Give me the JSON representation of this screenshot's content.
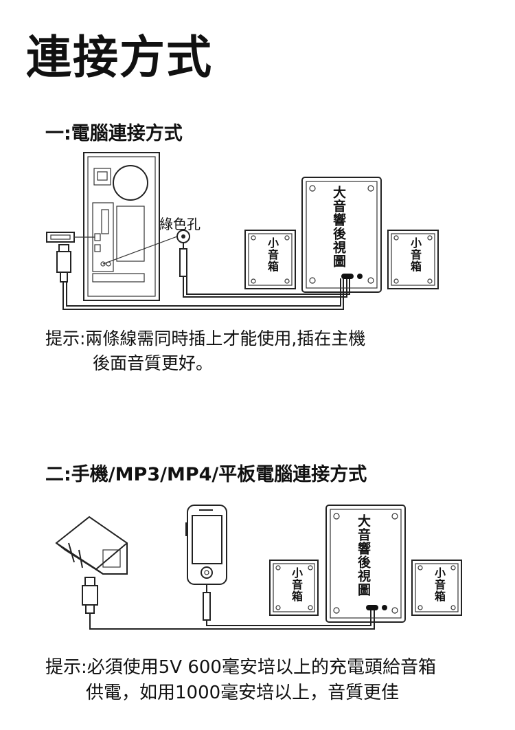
{
  "title": "連接方式",
  "section1": {
    "heading": "一:電腦連接方式",
    "green_hole_label": "綠色孔",
    "small_speaker_label": "小音箱",
    "big_speaker_label": "大音響後視圖",
    "tip_line1": "提示:兩條線需同時插上才能使用,插在主機",
    "tip_line2": "後面音質更好。"
  },
  "section2": {
    "heading": "二:手機/MP3/MP4/平板電腦連接方式",
    "small_speaker_label": "小音箱",
    "big_speaker_label": "大音響後視圖",
    "tip_line1": "提示:必須使用5V 600毫安培以上的充電頭給音箱",
    "tip_line2": "供電，如用1000毫安培以上，音質更佳"
  }
}
